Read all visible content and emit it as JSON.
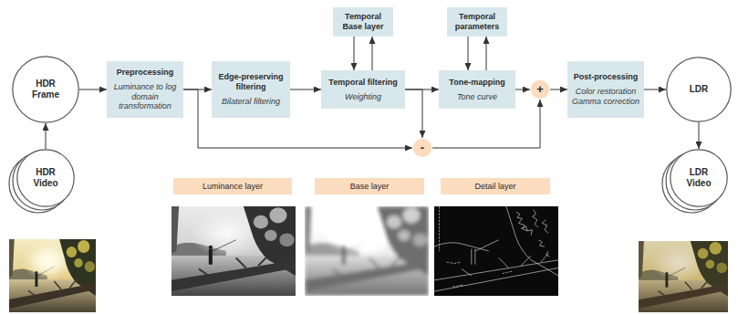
{
  "diagram": {
    "nodes": [
      {
        "text": [
          "HDR Frame"
        ]
      },
      {
        "text": [
          "HDR Video"
        ]
      },
      {
        "text": [
          "Preprocessing",
          "Luminance to log domain transformation"
        ]
      },
      {
        "text": [
          "Edge-preserving filtering",
          "Bilateral filtering"
        ]
      },
      {
        "text": [
          "Temporal Base layer"
        ]
      },
      {
        "text": [
          "Temporal filtering",
          "Weighting"
        ]
      },
      {
        "text": [
          "Temporal parameters"
        ]
      },
      {
        "text": [
          "Tone-mapping",
          "Tone curve"
        ]
      },
      {
        "text": [
          "+"
        ]
      },
      {
        "text": [
          "-"
        ]
      },
      {
        "text": [
          "Post-processing",
          "Color restoration Gamma correction"
        ]
      },
      {
        "text": [
          "LDR"
        ]
      },
      {
        "text": [
          "LDR Video"
        ]
      },
      {
        "text": [
          "Luminance layer"
        ]
      },
      {
        "text": [
          "Base layer"
        ]
      },
      {
        "text": [
          "Detail layer"
        ]
      }
    ],
    "edges": [
      {
        "from": 1,
        "to": 0,
        "arrow": "to"
      },
      {
        "from": 0,
        "to": 2,
        "arrow": "to"
      },
      {
        "from": 2,
        "to": 3,
        "arrow": "to"
      },
      {
        "from": 2,
        "to": 9,
        "arrow": "to"
      },
      {
        "from": 3,
        "to": 5,
        "arrow": "to"
      },
      {
        "from": 4,
        "to": 5,
        "arrow": "to"
      },
      {
        "from": 5,
        "to": 4,
        "arrow": "to"
      },
      {
        "from": 5,
        "to": 7,
        "arrow": "to"
      },
      {
        "from": 5,
        "to": 9,
        "arrow": "to"
      },
      {
        "from": 6,
        "to": 7,
        "arrow": "to"
      },
      {
        "from": 7,
        "to": 6,
        "arrow": "to"
      },
      {
        "from": 7,
        "to": 8,
        "arrow": "to"
      },
      {
        "from": 9,
        "to": 8,
        "arrow": "to"
      },
      {
        "from": 8,
        "to": 10,
        "arrow": "to"
      },
      {
        "from": 10,
        "to": 11,
        "arrow": "to"
      },
      {
        "from": 11,
        "to": 12,
        "arrow": "to"
      }
    ]
  }
}
